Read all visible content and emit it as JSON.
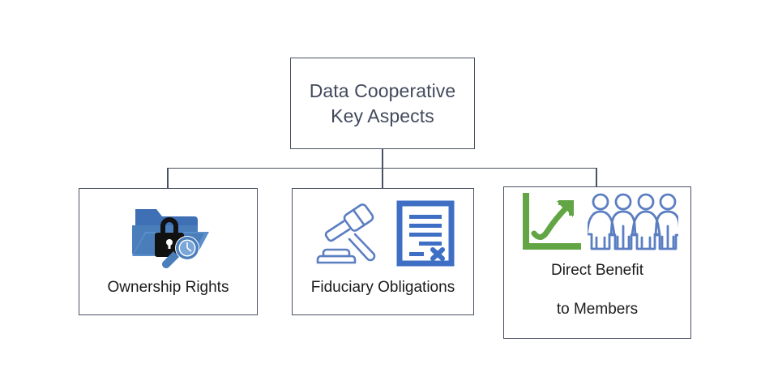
{
  "diagram": {
    "type": "hierarchy",
    "root": {
      "title": "Data Cooperative\nKey Aspects",
      "title_line1": "Data Cooperative",
      "title_line2": "Key Aspects",
      "text_color": "#414a5c",
      "border_color": "#4a5163"
    },
    "children": [
      {
        "id": "ownership-rights",
        "label": "Ownership Rights",
        "label_line1": "Ownership Rights",
        "label_line2": "",
        "icons": [
          "folder-lock-icon",
          "magnifier-icon"
        ],
        "icon_colors": {
          "folder": "#4a7ebb",
          "folder_dark": "#3a6aa8",
          "lock": "#101010",
          "magnifier": "#4a7ebb"
        }
      },
      {
        "id": "fiduciary-obligations",
        "label": "Fiduciary Obligations",
        "label_line1": "Fiduciary Obligations",
        "label_line2": "",
        "icons": [
          "gavel-icon",
          "document-contract-icon"
        ],
        "icon_colors": {
          "gavel": "#5b7ec2",
          "document": "#3f6fc4"
        }
      },
      {
        "id": "direct-benefit-to-members",
        "label": "Direct Benefit to Members",
        "label_line1": "Direct Benefit",
        "label_line2": "to Members",
        "icons": [
          "growth-chart-icon",
          "people-group-icon"
        ],
        "icon_colors": {
          "chart": "#62a544",
          "people": "#5b7ec2"
        }
      }
    ],
    "connector_color": "#4a5163",
    "background": "#ffffff"
  }
}
